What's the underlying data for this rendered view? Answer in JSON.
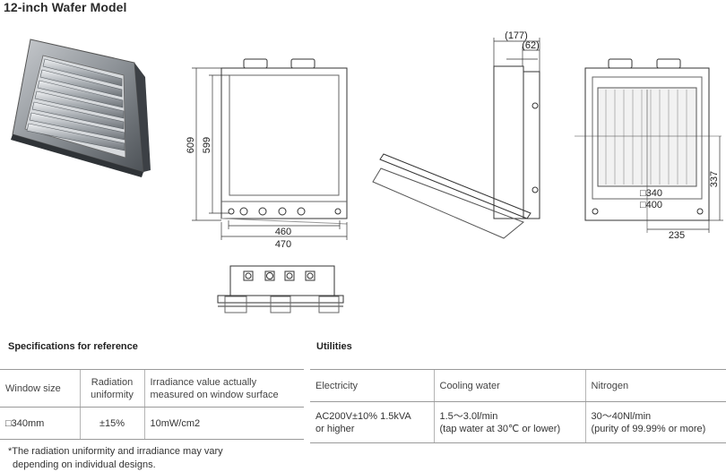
{
  "page": {
    "title": "12-inch Wafer Model"
  },
  "drawing": {
    "front_view": {
      "height_outer": "609",
      "height_inner": "599",
      "width_inner": "460",
      "width_outer": "470"
    },
    "side_view": {
      "depth_total": "(177)",
      "depth_part": "(62)"
    },
    "rear_view": {
      "window_inner": "□340",
      "window_outer": "□400",
      "offset_v": "337",
      "offset_h": "235"
    }
  },
  "specs": {
    "heading": "Specifications for reference",
    "headers": [
      [
        "Window size"
      ],
      [
        "Radiation",
        "uniformity"
      ],
      [
        "Irradiance value actually",
        "measured on window surface"
      ]
    ],
    "row": [
      "□340mm",
      "±15%",
      "10mW/cm2"
    ],
    "note": [
      "*The radiation uniformity and irradiance may vary",
      "depending on individual designs."
    ]
  },
  "utilities": {
    "heading": "Utilities",
    "headers": [
      "Electricity",
      "Cooling water",
      "Nitrogen"
    ],
    "row": [
      [
        "AC200V±10% 1.5kVA",
        "or higher"
      ],
      [
        "1.5～3.0l/min",
        "(tap water at 30℃ or lower)"
      ],
      [
        "30～40Nl/min",
        "(purity of 99.99% or more)"
      ]
    ]
  }
}
